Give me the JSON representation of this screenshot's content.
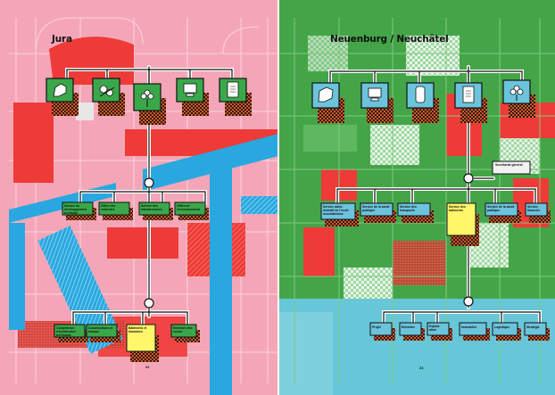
{
  "left_page": {
    "title": "Jura",
    "page_number": "22",
    "colors": {
      "background": "#f4a6b8",
      "accent_red": "#ee3b37",
      "accent_blue": "#29a8e0",
      "card": "#3aa84a"
    },
    "icons": [
      "hand-icon",
      "gears-icon",
      "flower-icon",
      "computer-icon",
      "document-icon"
    ],
    "mid_labels": [
      "Service du développement territorial",
      "Office des véhicules",
      "Service des infrastructures",
      "Office de l'environnement"
    ],
    "bottom_labels": [
      "Compétence d'architecture territoriale",
      "Constructions et travaux",
      "Bâtiments et domaines",
      "Entretien des routes"
    ]
  },
  "right_page": {
    "title": "Neuenburg / Neuchâtel",
    "page_number": "23",
    "colors": {
      "background": "#44a548",
      "accent_red": "#ee3b37",
      "accent_blue": "#67c7d8",
      "card": "#6cc3dc"
    },
    "icons": [
      "hand-icon",
      "computer-icon",
      "phone-icon",
      "document-icon",
      "flower-icon"
    ],
    "side_box": "Secrétariat général",
    "mid_labels": [
      "Service admi- nistratif de l'école neuchâteloise",
      "Service de la santé publique",
      "Service des transports",
      "Service des bâtiments",
      "Service de la santé publique",
      "Service financier"
    ],
    "bottom_labels": [
      "Projet",
      "Entretien",
      "Exploit- ation",
      "Immobilier",
      "Logistique",
      "Stratégie"
    ]
  }
}
